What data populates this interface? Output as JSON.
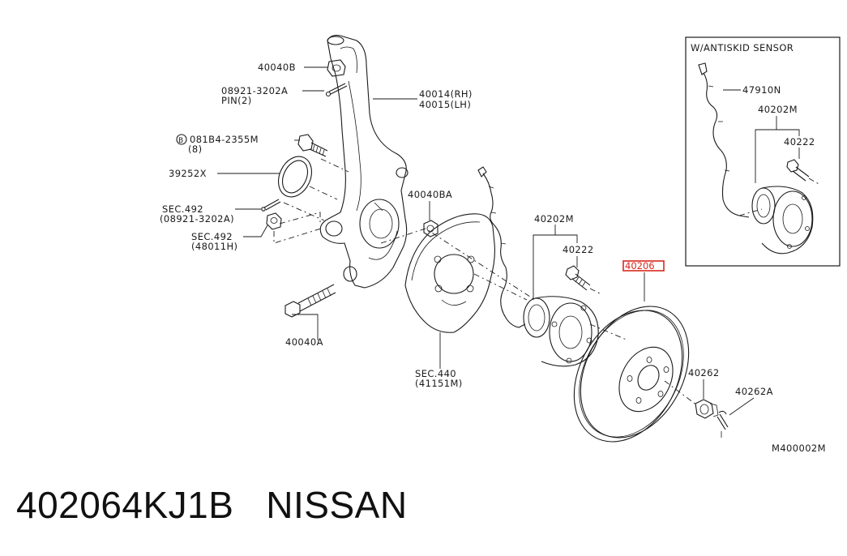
{
  "inset": {
    "title": "W/ANTISKID SENSOR",
    "labels": [
      "47910N",
      "40202M",
      "40222"
    ]
  },
  "labels": {
    "p40040b": "40040B",
    "p08921_a": "08921-3202A",
    "p08921_b": "PIN(2)",
    "p40014": "40014(RH)",
    "p40015": "40015(LH)",
    "p081b4_a": "081B4-2355M",
    "p081b4_circle": "B",
    "p081b4_b": "(8)",
    "p39252x": "39252X",
    "sec492a_a": "SEC.492",
    "sec492a_b": "(08921-3202A)",
    "sec492b_a": "SEC.492",
    "sec492b_b": "(48011H)",
    "p40040ba": "40040BA",
    "p40040a": "40040A",
    "sec440_a": "SEC.440",
    "sec440_b": "(41151M)",
    "p40202m": "40202M",
    "p40222": "40222",
    "p40206_highlight": "40206",
    "p40262": "40262",
    "p40262a": "40262A",
    "diagram_code": "M400002M"
  },
  "caption": {
    "part_number": "402064KJ1B",
    "brand": "NISSAN"
  },
  "colors": {
    "ink": "#1a1a1a",
    "highlight": "#d8281e",
    "background": "#ffffff"
  }
}
